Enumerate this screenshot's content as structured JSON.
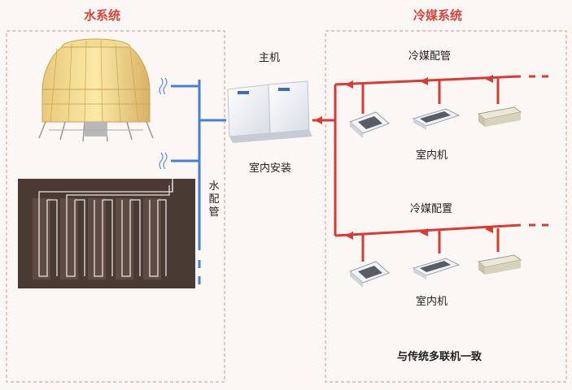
{
  "water_section": {
    "title": "水系统",
    "pipe_label": "水配管"
  },
  "host_section": {
    "host_label": "主机",
    "install_label": "室内安装"
  },
  "refrigerant_section": {
    "title": "冷媒系统",
    "pipe_label_top": "冷媒配管",
    "indoor_label_top": "室内机",
    "pipe_label_bottom": "冷媒配置",
    "indoor_label_bottom": "室内机",
    "note": "与传统多联机一致"
  },
  "colors": {
    "title_red": "#d9453a",
    "dashed_border": "#e6a592",
    "water_pipe": "#4a7fd0",
    "refrigerant_pipe": "#d83a36"
  }
}
